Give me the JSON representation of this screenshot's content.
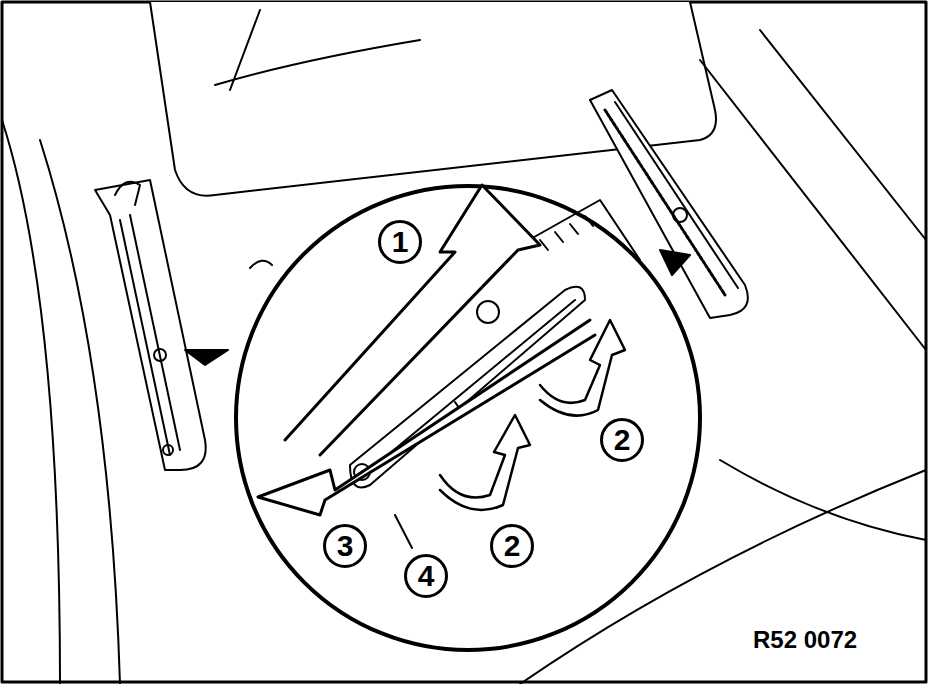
{
  "diagram": {
    "labels": [
      "1",
      "2",
      "3",
      "4",
      "2",
      "R52 0072"
    ]
  }
}
